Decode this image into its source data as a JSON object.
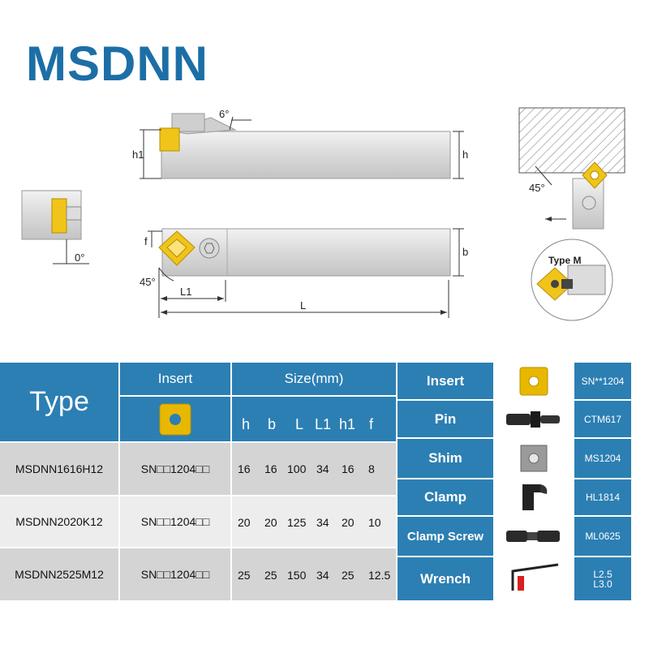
{
  "title": "MSDNN",
  "drawing": {
    "angle_6": "6°",
    "angle_0": "0°",
    "angle_45_left": "45°",
    "angle_45_right": "45°",
    "dim_h1": "h1",
    "dim_h": "h",
    "dim_f": "f",
    "dim_b": "b",
    "dim_L1": "L1",
    "dim_L": "L",
    "type_m": "Type M"
  },
  "table": {
    "type_header": "Type",
    "insert_header": "Insert",
    "size_header": "Size(mm)",
    "columns": [
      "h",
      "b",
      "L",
      "L1",
      "h1",
      "f"
    ],
    "rows": [
      {
        "model": "MSDNN1616H12",
        "insert": "SN□□1204□□",
        "values": [
          "16",
          "16",
          "100",
          "34",
          "16",
          "8"
        ]
      },
      {
        "model": "MSDNN2020K12",
        "insert": "SN□□1204□□",
        "values": [
          "20",
          "20",
          "125",
          "34",
          "20",
          "10"
        ]
      },
      {
        "model": "MSDNN2525M12",
        "insert": "SN□□1204□□",
        "values": [
          "25",
          "25",
          "150",
          "34",
          "25",
          "12.5"
        ]
      }
    ]
  },
  "parts": [
    {
      "label": "Insert",
      "code": "SN**1204",
      "icon": "insert-icon"
    },
    {
      "label": "Pin",
      "code": "CTM617",
      "icon": "pin-icon"
    },
    {
      "label": "Shim",
      "code": "MS1204",
      "icon": "shim-icon"
    },
    {
      "label": "Clamp",
      "code": "HL1814",
      "icon": "clamp-icon"
    },
    {
      "label": "Clamp Screw",
      "code": "ML0625",
      "icon": "screw-icon"
    },
    {
      "label": "Wrench",
      "code_line1": "L2.5",
      "code_line2": "L3.0",
      "icon": "wrench-icon"
    }
  ],
  "colors": {
    "accent": "#2c7fb3",
    "title": "#1c6fa6",
    "insert_gold": "#e8b800"
  }
}
